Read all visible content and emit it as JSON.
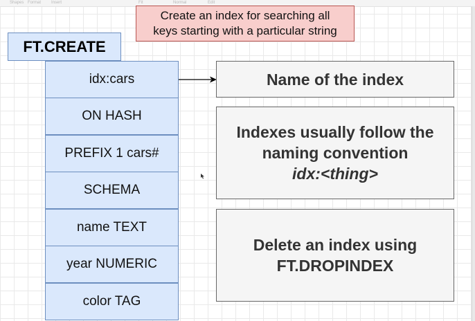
{
  "toolbar": {
    "items": [
      "Shapes",
      "Format",
      "Insert",
      "Fit",
      "Normal",
      "Edit"
    ]
  },
  "note": {
    "line1": "Create an index for searching all",
    "line2": "keys starting with a particular string"
  },
  "command": {
    "title": "FT.CREATE",
    "rows": [
      "idx:cars",
      "ON HASH",
      "PREFIX 1 cars#",
      "SCHEMA",
      "name TEXT",
      "year NUMERIC",
      "color TAG"
    ]
  },
  "explanations": {
    "name_box": "Name of the index",
    "convention_line1": "Indexes usually follow the",
    "convention_line2": "naming convention",
    "convention_line3": "idx:<thing>",
    "delete_line1": "Delete an index using",
    "delete_line2": "FT.DROPINDEX"
  },
  "colors": {
    "note_fill": "#f8cecc",
    "note_stroke": "#b85450",
    "cell_fill": "#dae8fc",
    "cell_stroke": "#6c8ebf",
    "box_fill": "#f5f5f5",
    "box_stroke": "#666666"
  }
}
